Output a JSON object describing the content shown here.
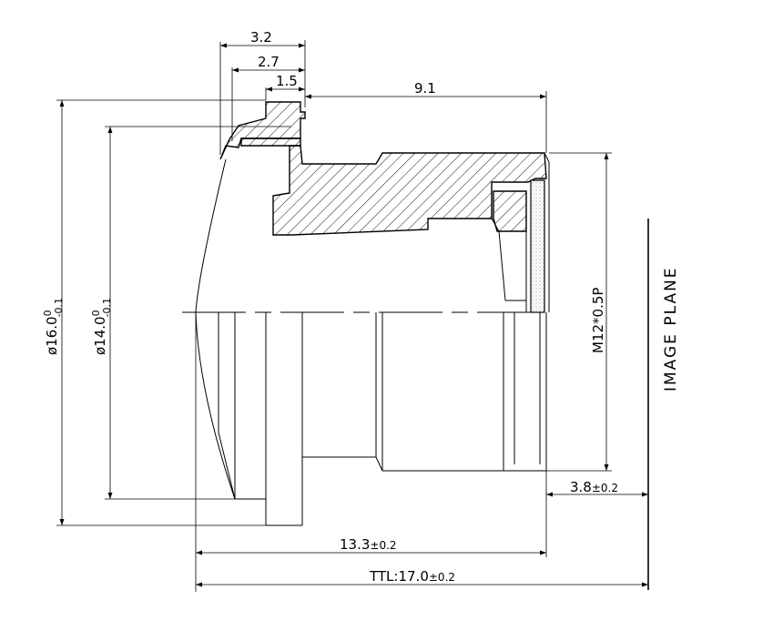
{
  "dimensions": {
    "d32": "3.2",
    "d27": "2.7",
    "d15": "1.5",
    "d91": "9.1",
    "dia16": "ø16.0",
    "dia16_upper": "0",
    "dia16_lower": "-0.1",
    "dia14": "ø14.0",
    "dia14_upper": "0",
    "dia14_lower": "-0.1",
    "thread": "M12*0.5P",
    "bfl": "3.8",
    "bfl_tol": "±0.2",
    "len133": "13.3",
    "len133_tol": "±0.2",
    "ttl": "TTL:17.0",
    "ttl_tol": "±0.2"
  },
  "labels": {
    "image_plane": "IMAGE PLANE"
  }
}
